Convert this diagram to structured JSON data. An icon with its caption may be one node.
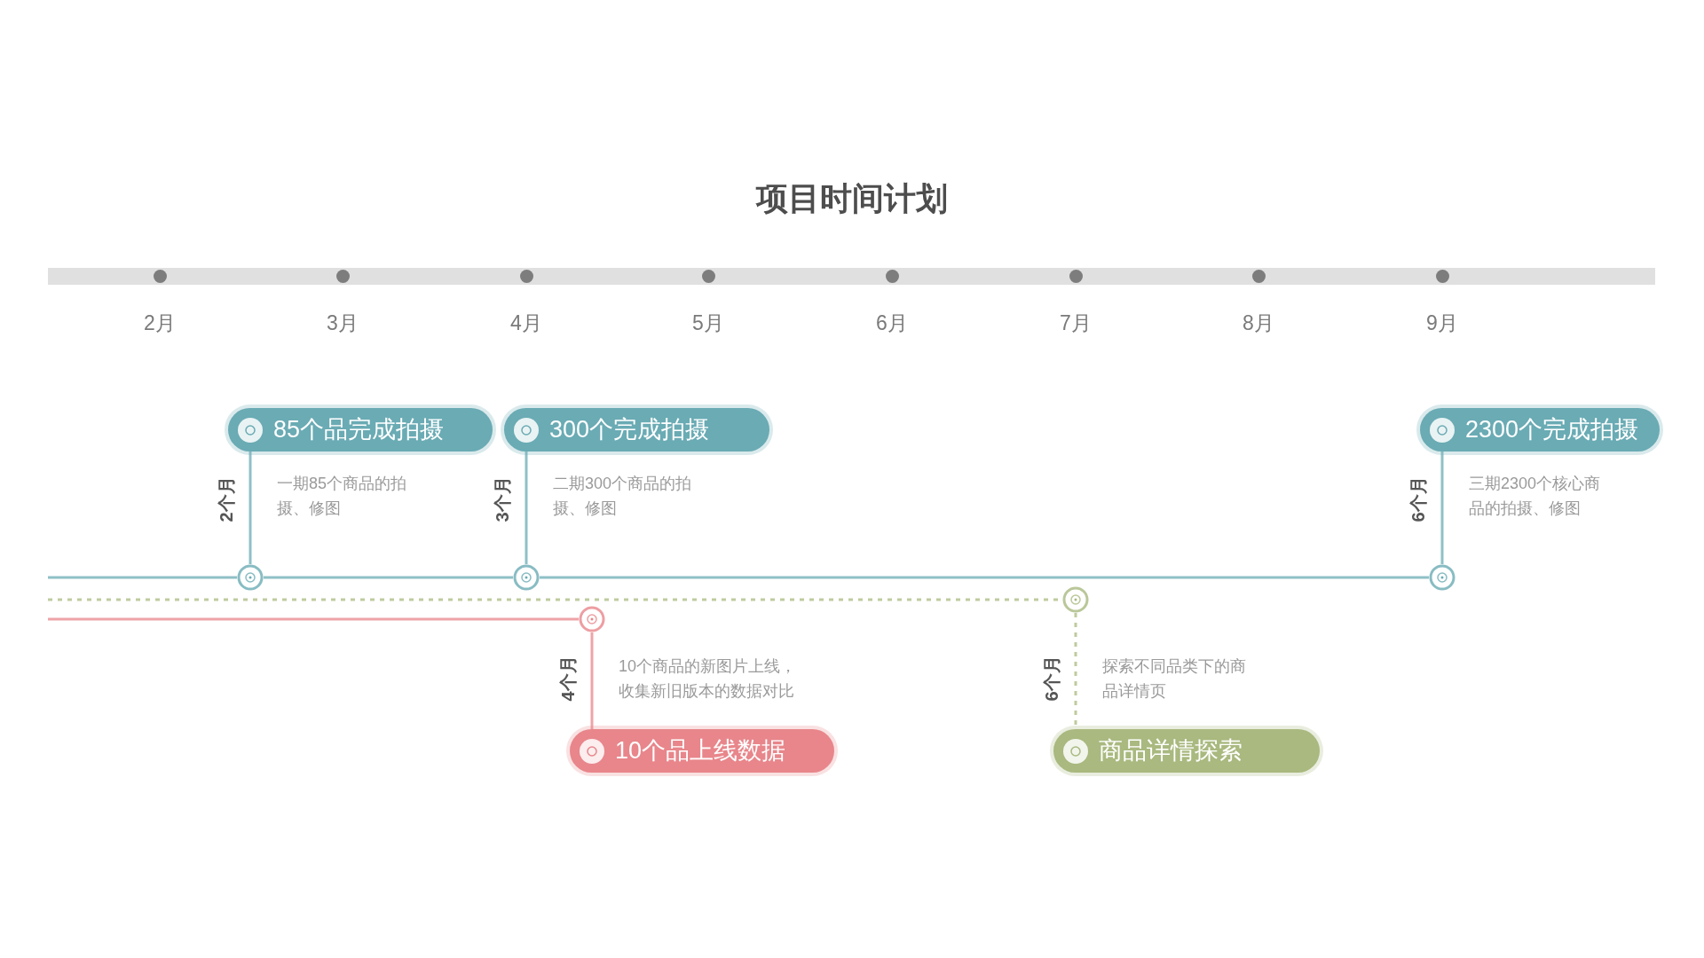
{
  "diagram": {
    "title": "项目时间计划",
    "nodes": [
      {
        "text": [
          "85个品完成拍摄"
        ],
        "beside": [
          "2个月",
          "一期85个商品的拍摄、修图"
        ]
      },
      {
        "text": [
          "300个完成拍摄"
        ],
        "beside": [
          "3个月",
          "二期300个商品的拍摄、修图"
        ]
      },
      {
        "text": [
          "2300个完成拍摄"
        ],
        "beside": [
          "6个月",
          "三期2300个核心商品的拍摄、修图"
        ]
      },
      {
        "text": [],
        "shape": "circle"
      },
      {
        "text": [],
        "shape": "circle"
      },
      {
        "text": [],
        "shape": "circle"
      },
      {
        "text": [],
        "shape": "circle"
      },
      {
        "text": [],
        "shape": "circle"
      },
      {
        "text": [
          "10个品上线数据"
        ],
        "beside": [
          "4个月",
          "10个商品的新图片上线，收集新旧版本的数据对比"
        ]
      },
      {
        "text": [
          "商品详情探索"
        ],
        "beside": [
          "6个月",
          "探索不同品类下的商品详情页"
        ]
      }
    ],
    "edges": [
      {
        "from": null,
        "to": 3,
        "arrow": "none"
      },
      {
        "from": 3,
        "to": 4,
        "arrow": "none"
      },
      {
        "from": 4,
        "to": 5,
        "arrow": "none"
      },
      {
        "from": 3,
        "to": 0,
        "arrow": "none"
      },
      {
        "from": 4,
        "to": 1,
        "arrow": "none"
      },
      {
        "from": 5,
        "to": 2,
        "arrow": "none"
      },
      {
        "from": null,
        "to": 6,
        "arrow": "none",
        "style": "dashed",
        "color": "#a9b97f"
      },
      {
        "from": null,
        "to": 7,
        "arrow": "none",
        "color": "#e8868b"
      },
      {
        "from": 7,
        "to": 8,
        "arrow": "none",
        "color": "#e8868b"
      },
      {
        "from": 6,
        "to": 9,
        "arrow": "none",
        "style": "dashed",
        "color": "#a9b97f"
      }
    ],
    "labels": [
      "2月",
      "3月",
      "4月",
      "5月",
      "6月",
      "7月",
      "8月",
      "9月"
    ]
  }
}
